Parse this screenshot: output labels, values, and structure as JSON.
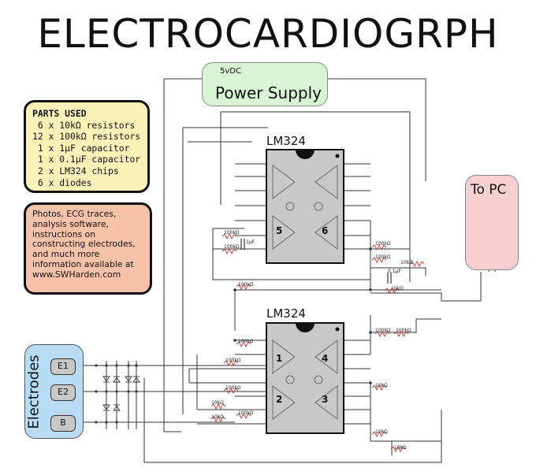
{
  "title": "ELECTROCARDIOGRPH",
  "parts": {
    "heading": "PARTS USED",
    "items": [
      " 6 x 10kΩ resistors",
      "12 x 100kΩ resistors",
      " 1 x 1µF capacitor",
      " 1 x 0.1µF capacitor",
      " 2 x LM324 chips",
      " 6 x diodes"
    ]
  },
  "info": {
    "lines": [
      "Photos, ECG traces,",
      "analysis software,",
      "instructions on",
      "constructing electrodes,",
      "and much more",
      "information available at",
      "www.SWHarden.com"
    ]
  },
  "power": {
    "voltage": "5vDC",
    "label": "Power Supply"
  },
  "to_pc": "To PC",
  "electrodes": {
    "label": "Electrodes",
    "inputs": [
      "E1",
      "E2",
      "B"
    ]
  },
  "chips": {
    "top": {
      "label": "LM324",
      "op_left": "5",
      "op_right": "6"
    },
    "bottom": {
      "label": "LM324",
      "op_upper_left": "1",
      "op_upper_right": "4",
      "op_lower_left": "2",
      "op_lower_right": "3"
    }
  },
  "components": {
    "r100k": "100kΩ",
    "r10k": "10kΩ",
    "c1u": "1µF",
    "c01u": "0.1µF"
  },
  "colors": {
    "parts_box": "#fbf2b8",
    "info_box": "#f6c2a8",
    "power_box": "#d7f4d3",
    "pc_box": "#f8cfd0",
    "electrodes_box": "#b9dcf5",
    "chip_fill": "#c8c8c8",
    "wire": "#333333",
    "resistor": "#c0392b"
  }
}
